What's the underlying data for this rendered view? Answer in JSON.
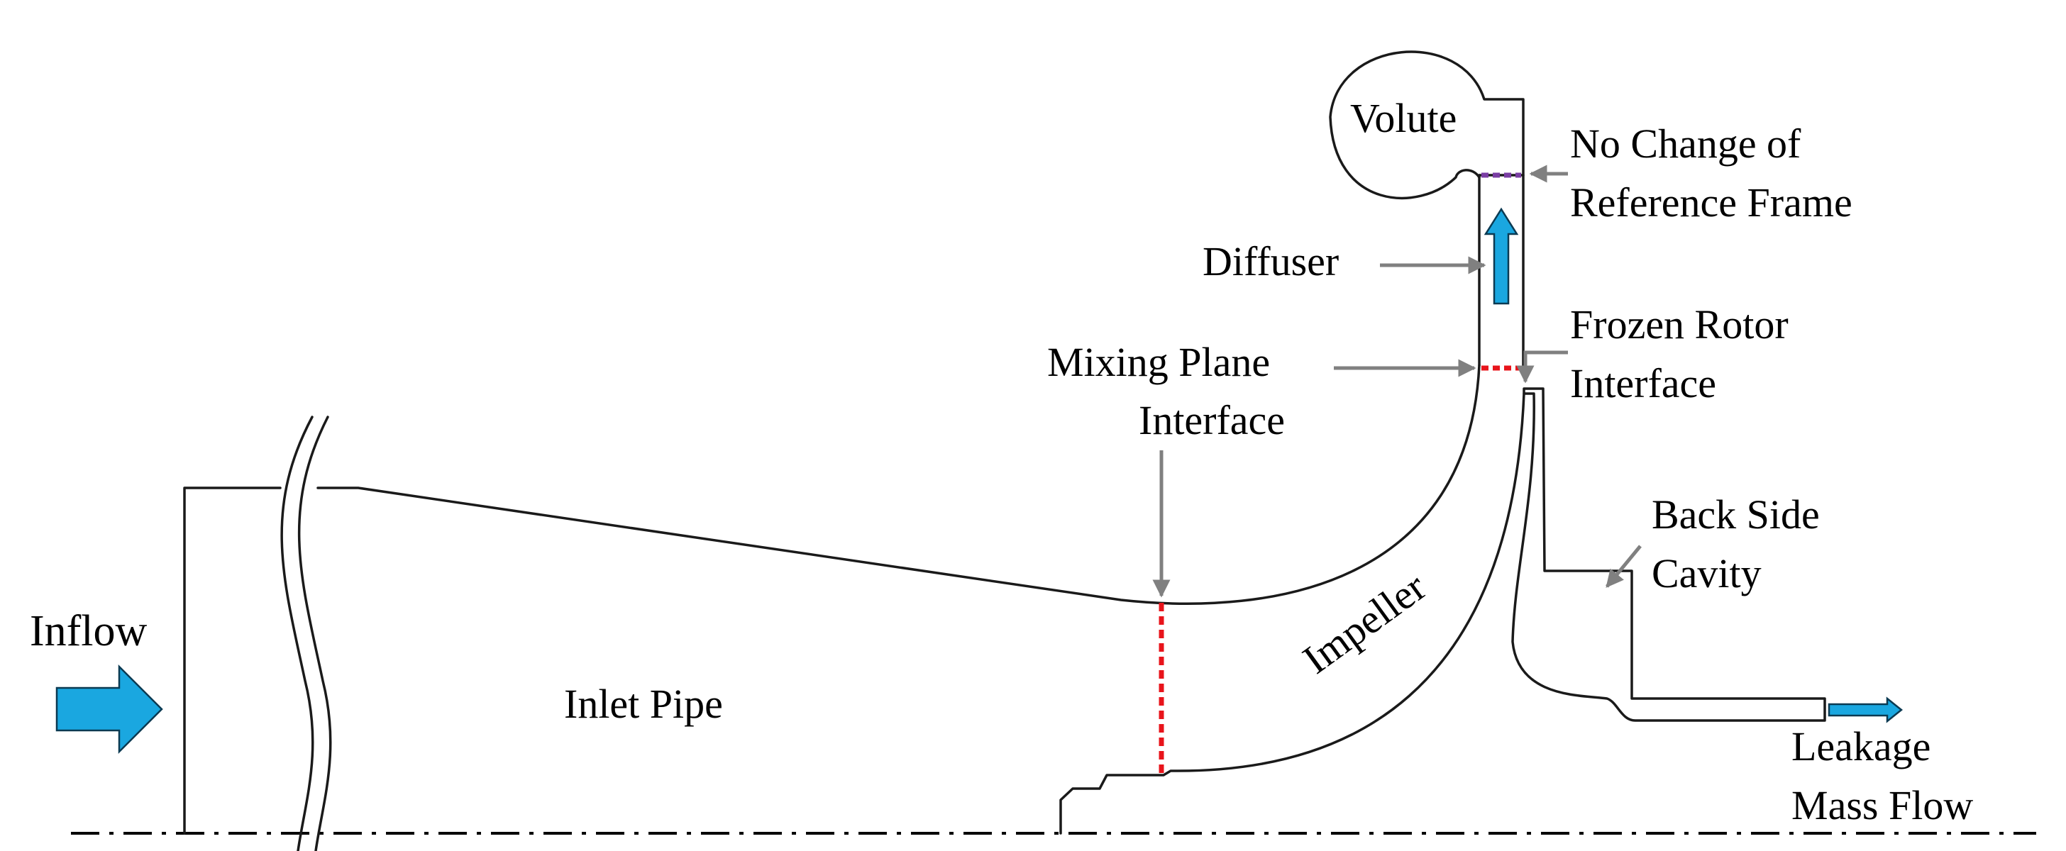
{
  "labels": {
    "inflow": "Inflow",
    "inlet_pipe": "Inlet Pipe",
    "impeller": "Impeller",
    "volute": "Volute",
    "diffuser": "Diffuser",
    "mixing_plane_1": "Mixing Plane",
    "mixing_plane_2": "Interface",
    "frozen_rotor_1": "Frozen Rotor",
    "frozen_rotor_2": "Interface",
    "no_change_1": "No Change of",
    "no_change_2": "Reference Frame",
    "back_side_1": "Back Side",
    "back_side_2": "Cavity",
    "leakage_1": "Leakage",
    "leakage_2": "Mass Flow"
  },
  "colors": {
    "outline": "#1a1a1a",
    "flow_arrow_fill": "#1aa7e0",
    "flow_arrow_stroke": "#0b3a52",
    "pointer_arrow": "#808080",
    "mixing_plane_interface": "#e8141b",
    "frozen_rotor_interface": "#e8141b",
    "no_change_interface": "#7a3ea3",
    "axis_line": "#000000"
  }
}
